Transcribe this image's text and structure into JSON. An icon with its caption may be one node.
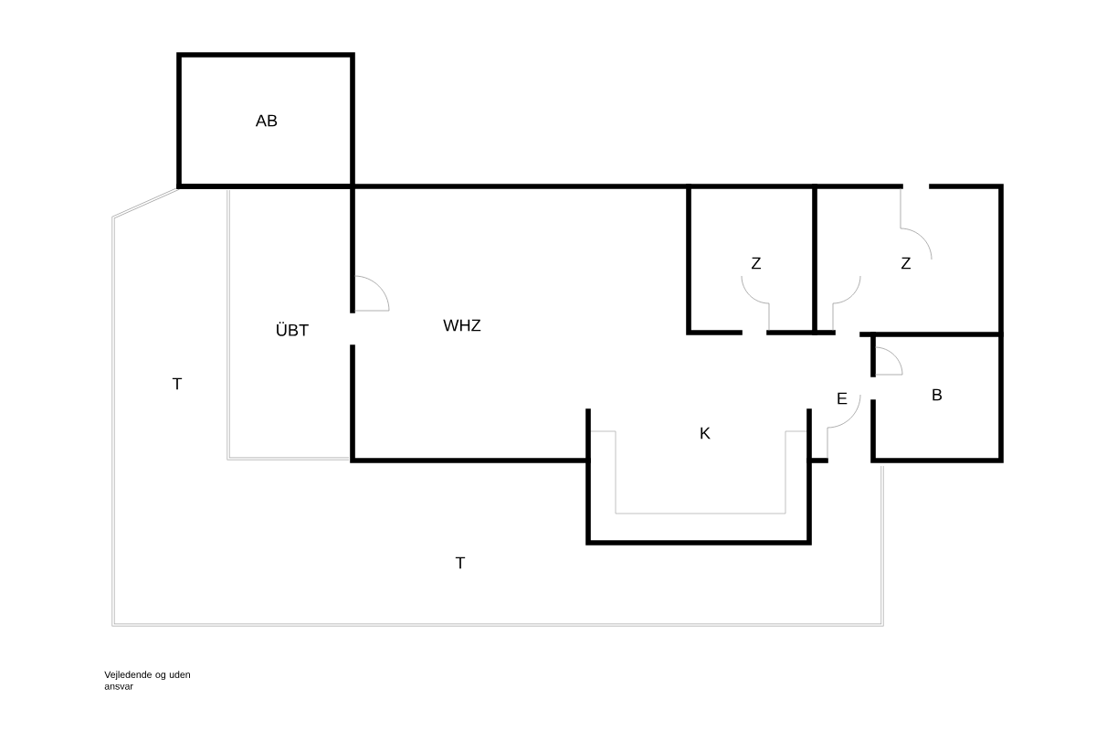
{
  "diagram": {
    "labels": [
      "AB",
      "ÜBT",
      "WHZ",
      "Z",
      "Z",
      "T",
      "E",
      "K",
      "B",
      "T",
      "Vejledende og uden ansvar"
    ]
  }
}
